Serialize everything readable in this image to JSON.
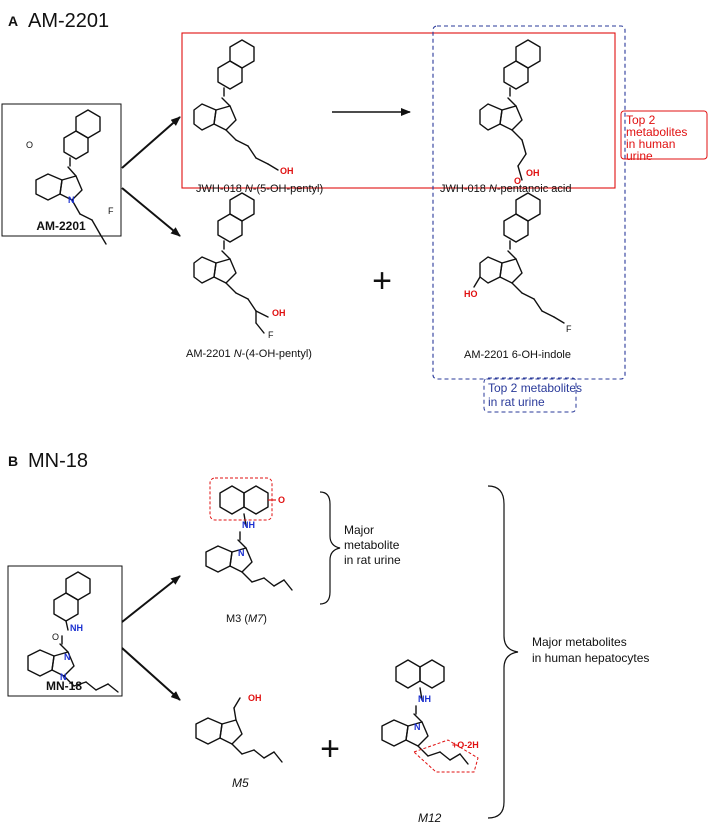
{
  "panel_a": {
    "letter": "A",
    "title": "AM-2201",
    "parent": {
      "name": "AM-2201",
      "atom_f": "F"
    },
    "products": [
      {
        "id": "jwh018_5oh",
        "label_prefix": "JWH-018 ",
        "label_italic": "N",
        "label_suffix": "-(5-OH-pentyl)",
        "group": "OH"
      },
      {
        "id": "jwh018_acid",
        "label_prefix": "JWH-018 ",
        "label_italic": "N",
        "label_suffix": "-pentanoic acid",
        "group_o1": "O",
        "group_o2": "OH"
      },
      {
        "id": "am2201_4oh",
        "label_prefix": "AM-2201 ",
        "label_italic": "N",
        "label_suffix": "-(4-OH-pentyl)",
        "group": "OH",
        "atom_f": "F"
      },
      {
        "id": "am2201_6oh",
        "label_prefix": "AM-2201 6-OH-indole",
        "label_italic": "",
        "label_suffix": "",
        "group": "HO",
        "atom_f": "F"
      }
    ],
    "plus": "+",
    "note_human": [
      "Top 2",
      "metabolites",
      "in human",
      "urine"
    ],
    "note_rat": [
      "Top 2 metabolites",
      "in rat urine"
    ],
    "atom_o": "O",
    "atom_n": "N"
  },
  "panel_b": {
    "letter": "B",
    "title": "MN-18",
    "parent": {
      "name": "MN-18"
    },
    "atom_nh": "NH",
    "atom_n": "N",
    "atom_o": "O",
    "m3": {
      "label_prefix": "M3 (",
      "label_italic": "M7",
      "label_suffix": ")",
      "tag": "O"
    },
    "m5": {
      "label": "M5",
      "group": "OH"
    },
    "m12": {
      "label": "M12",
      "tag": "+O-2H"
    },
    "plus": "+",
    "note_rat": [
      "Major",
      "metabolite",
      "in rat urine"
    ],
    "note_hep": [
      "Major metabolites",
      "in human hepatocytes"
    ]
  },
  "colors": {
    "red": "#e01010",
    "blue": "#2a3a9a",
    "ink": "#111111",
    "nitrogen": "#1a2fd0"
  }
}
